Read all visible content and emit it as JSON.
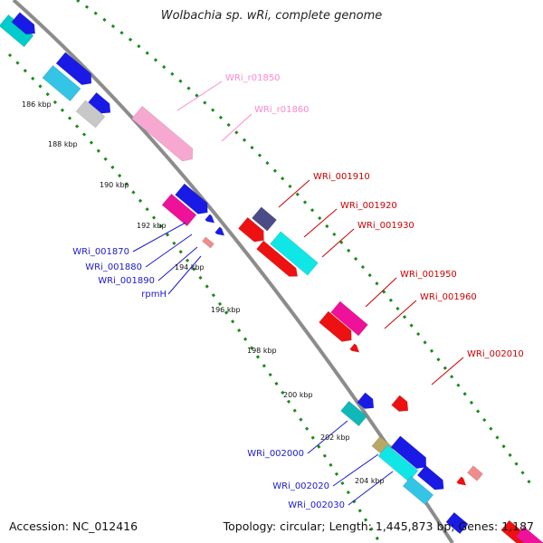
{
  "title": "Wolbachia sp. wRi, complete genome",
  "footer": {
    "accession": "Accession: NC_012416",
    "summary": "Topology: circular; Length: 1,445,873 bp; Genes: 1,187"
  },
  "colors": {
    "backbone": "#8c8c8c",
    "dots": "#1a8a1a",
    "forward_label": "#cc0000",
    "reverse_label": "#1a1acc",
    "rna_label": "#ff88cc"
  },
  "ticks": [
    "186 kbp",
    "188 kbp",
    "190 kbp",
    "192 kbp",
    "194 kbp",
    "196 kbp",
    "198 kbp",
    "200 kbp",
    "202 kbp",
    "204 kbp"
  ],
  "labels": {
    "rna": [
      "WRi_r01850",
      "WRi_r01860"
    ],
    "forward": [
      "WRi_001910",
      "WRi_001920",
      "WRi_001930",
      "WRi_001950",
      "WRi_001960",
      "WRi_002010"
    ],
    "reverse": [
      "WRi_001870",
      "WRi_001880",
      "WRi_001890",
      "rpmH",
      "WRi_002000",
      "WRi_002020",
      "WRi_002030"
    ]
  }
}
